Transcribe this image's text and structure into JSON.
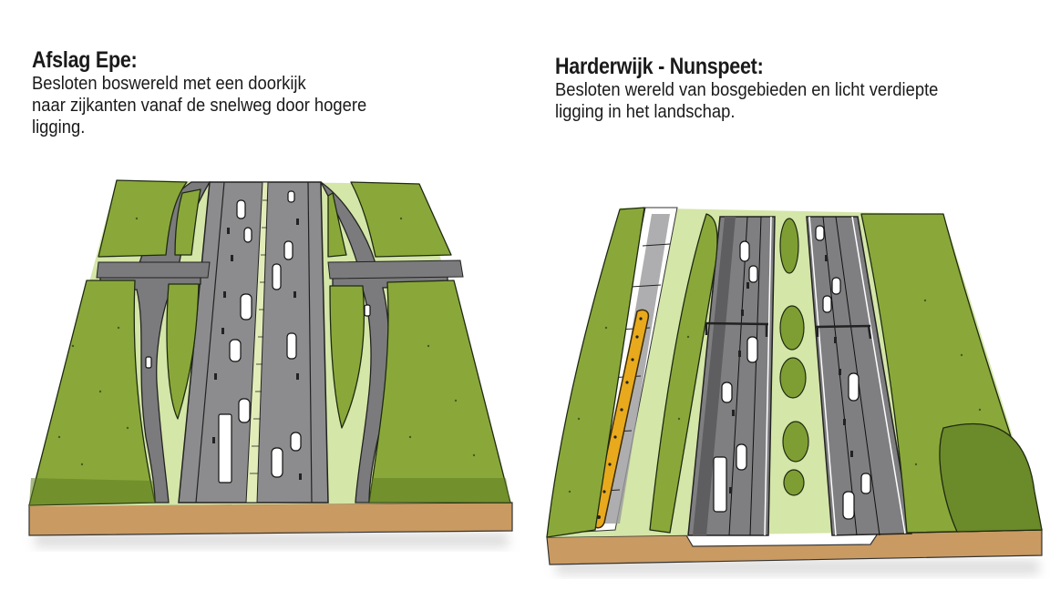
{
  "panels": [
    {
      "title": "Afslag Epe:",
      "description_lines": [
        "Besloten boswereld met een doorkijk",
        "naar zijkanten vanaf de snelweg door hogere",
        "ligging."
      ],
      "illustration": "highway-exit-forest-block-diagram"
    },
    {
      "title": "Harderwijk - Nunspeet:",
      "description_lines": [
        "Besloten wereld van bosgebieden en licht verdiepte",
        "ligging in het landschap."
      ],
      "illustration": "sunken-highway-forest-block-diagram"
    }
  ],
  "colors": {
    "forest": "#8aa83a",
    "forest_dark": "#5f7d22",
    "verge": "#d4e6a8",
    "road": "#8c8c8e",
    "road_dark": "#6b6b6d",
    "soil": "#c99a62",
    "train": "#e8a91c"
  }
}
